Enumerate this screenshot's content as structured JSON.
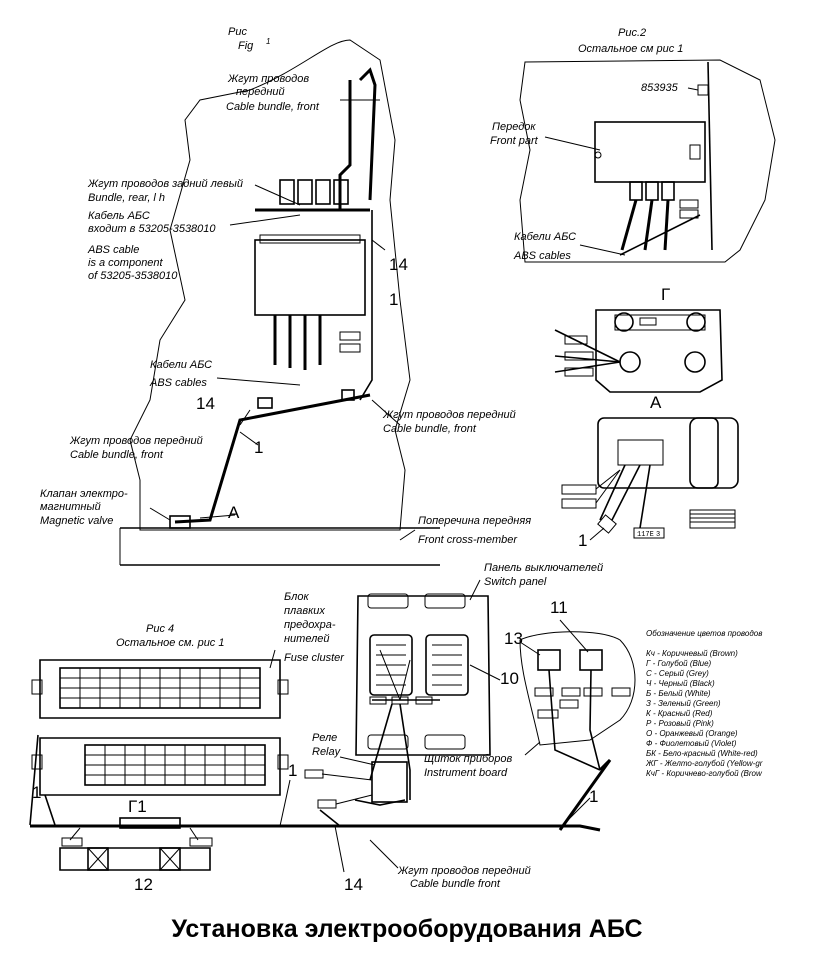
{
  "title": "Установка электрооборудования АБС",
  "fig1": {
    "caption_ru": "Рис",
    "caption_en": "Fig",
    "caption_num": "1",
    "labels": {
      "bundle_front_top_ru_1": "Жгут проводов",
      "bundle_front_top_ru_2": "передний",
      "bundle_front_top_en": "Cable bundle, front",
      "bundle_rear_ru": "Жгут проводов задний левый",
      "bundle_rear_en": "Bundle, rear, l h",
      "abs_cable_ru_1": "Кабель АБС",
      "abs_cable_ru_2": "входит в 53205-3538010",
      "abs_cable_en_1": "ABS cable",
      "abs_cable_en_2": "is a component",
      "abs_cable_en_3": "of 53205-3538010",
      "abs_cables_ru": "Кабели АБС",
      "abs_cables_en": "ABS cables",
      "bundle_front_left_ru": "Жгут проводов передний",
      "bundle_front_left_en": "Cable bundle, front",
      "bundle_front_right_ru": "Жгут проводов передний",
      "bundle_front_right_en": "Cable bundle, front",
      "valve_ru_1": "Клапан электро-",
      "valve_ru_2": "магнитный",
      "valve_en": "Magnetic valve",
      "crossmember_ru": "Поперечина передняя",
      "crossmember_en": "Front cross-member",
      "view_a": "A"
    },
    "numbers": {
      "n14_right": "14",
      "n1_right": "1",
      "n14_left": "14",
      "n1_left": "1"
    }
  },
  "fig2": {
    "caption_ru": "Рис.2",
    "caption_sub": "Остальное см  рис 1",
    "part_no": "853935",
    "front_ru": "Передок",
    "front_en": "Front part",
    "abs_cables_ru": "Кабели АБС",
    "abs_cables_en": "ABS cables",
    "view_g": "Г",
    "view_a": "A",
    "num_1": "1",
    "tag_117e": "117Е",
    "tag_3": "3"
  },
  "fig4": {
    "caption_ru": "Рис 4",
    "caption_sub": "Остальное см. рис 1",
    "fuse_ru_1": "Блок",
    "fuse_ru_2": "плавких",
    "fuse_ru_3": "предохра-",
    "fuse_ru_4": "нителей",
    "fuse_en": "Fuse cluster",
    "switch_ru": "Панель выключателей",
    "switch_en": "Switch panel",
    "relay_ru": "Реле",
    "relay_en": "Relay",
    "instr_ru": "Щиток приборов",
    "instr_en": "Instrument board",
    "bundle_ru": "Жгут проводов передний",
    "bundle_en": "Cable bundle  front",
    "view_g1": "Г1",
    "numbers": {
      "n1_left": "1",
      "n1_mid": "1",
      "n1_right": "1",
      "n12": "12",
      "n14": "14",
      "n10": "10",
      "n11": "11",
      "n13": "13"
    }
  },
  "legend": {
    "title": "Обозначение цветов проводов",
    "items": [
      "Кч - Коричневый (Brown)",
      "Г - Голубой (Blue)",
      "С - Серый (Grey)",
      "Ч - Черный (Black)",
      "Б - Белый (White)",
      "З - Зеленый (Green)",
      "К - Красный (Red)",
      "Р - Розовый (Pink)",
      "О - Оранжевый (Orange)",
      "Ф - Фиолетовый (Violet)",
      "БК - Бело-красный (White-red)",
      "ЖГ - Желто-голубой (Yellow-gr",
      "КчГ - Коричнево-голубой (Brow"
    ]
  }
}
